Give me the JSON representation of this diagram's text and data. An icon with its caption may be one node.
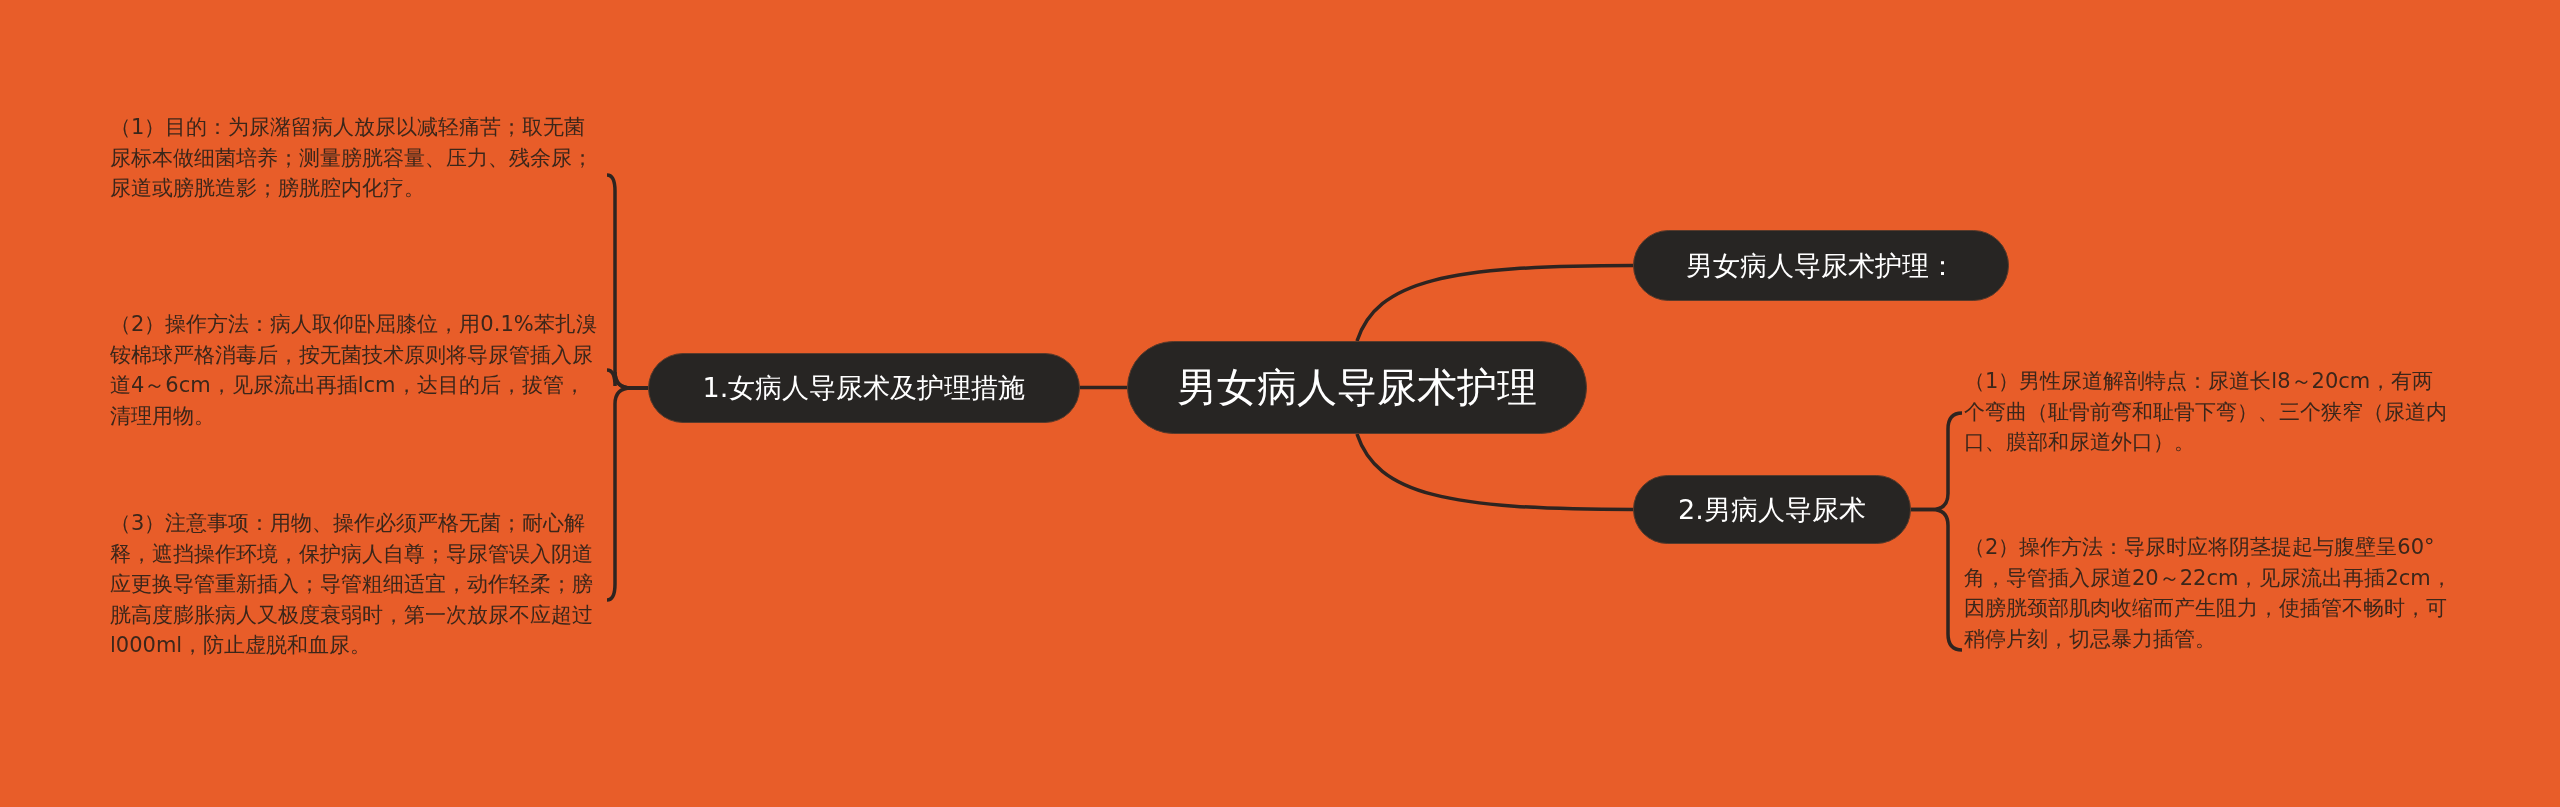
{
  "diagram": {
    "nodes": [
      {
        "text": [
          "男女病人导尿术护理"
        ]
      },
      {
        "text": [
          "男女病人导尿术护理："
        ]
      },
      {
        "text": [
          "1.女病人导尿术及护理措施"
        ]
      },
      {
        "text": [
          "（1）目的：为尿潴留病人放尿以减轻痛苦；取无菌尿标本做细菌培养；测量膀胱容量、压力、残余尿；尿道或膀胱造影；膀胱腔内化疗。"
        ]
      },
      {
        "text": [
          "（2）操作方法：病人取仰卧屈膝位，用0.1%苯扎溴铵棉球严格消毒后，按无菌技术原则将导尿管插入尿道4～6cm，见尿流出再插lcm，达目的后，拔管，清理用物。"
        ]
      },
      {
        "text": [
          "（3）注意事项：用物、操作必须严格无菌；耐心解释，遮挡操作环境，保护病人自尊；导尿管误入阴道应更换导管重新插入；导管粗细适宜，动作轻柔；膀胱高度膨胀病人又极度衰弱时，第一次放尿不应超过l000ml，防止虚脱和血尿。"
        ]
      },
      {
        "text": [
          "2.男病人导尿术"
        ]
      },
      {
        "text": [
          "（1）男性尿道解剖特点：尿道长l8～20cm，有两个弯曲（耻骨前弯和耻骨下弯）、三个狭窄（尿道内口、膜部和尿道外口）。"
        ]
      },
      {
        "text": [
          "（2）操作方法：导尿时应将阴茎提起与腹壁呈60°角，导管插入尿道20～22cm，见尿流出再插2cm，因膀胱颈部肌肉收缩而产生阻力，使插管不畅时，可稍停片刻，切忌暴力插管。"
        ]
      }
    ],
    "edges": [
      {
        "from": 0,
        "to": 1,
        "arrow": "none"
      },
      {
        "from": 0,
        "to": 2,
        "arrow": "none"
      },
      {
        "from": 2,
        "to": 3,
        "arrow": "none"
      },
      {
        "from": 2,
        "to": 4,
        "arrow": "none"
      },
      {
        "from": 2,
        "to": 5,
        "arrow": "none"
      },
      {
        "from": 0,
        "to": 6,
        "arrow": "none"
      },
      {
        "from": 6,
        "to": 7,
        "arrow": "none"
      },
      {
        "from": 6,
        "to": 8,
        "arrow": "none"
      }
    ]
  }
}
